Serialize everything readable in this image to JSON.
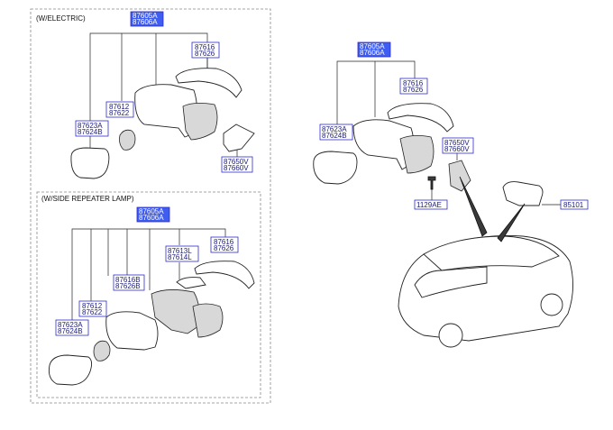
{
  "sections": {
    "electric": "(W/ELECTRIC)",
    "repeater": "(W/SIDE REPEATER LAMP)"
  },
  "top_left": {
    "assy": [
      "87605A",
      "87606A"
    ],
    "cover": [
      "87616",
      "87626"
    ],
    "actuator": [
      "87612",
      "87622"
    ],
    "glass": [
      "87623A",
      "87624B"
    ],
    "cap": [
      "87650V",
      "87660V"
    ]
  },
  "bottom_left": {
    "assy": [
      "87605A",
      "87606A"
    ],
    "repeater": [
      "87613L",
      "87614L"
    ],
    "cover": [
      "87616",
      "87626"
    ],
    "housing": [
      "87616B",
      "87626B"
    ],
    "actuator": [
      "87612",
      "87622"
    ],
    "glass": [
      "87623A",
      "87624B"
    ]
  },
  "right": {
    "assy": [
      "87605A",
      "87606A"
    ],
    "cover": [
      "87616",
      "87626"
    ],
    "glass": [
      "87623A",
      "87624B"
    ],
    "cap": [
      "87650V",
      "87660V"
    ],
    "screw": "1129AE",
    "inside_mirror": "85101"
  },
  "colors": {
    "highlight": "#3f5df0",
    "label_border": "#2a2ad0",
    "text": "#1a1a7a"
  }
}
